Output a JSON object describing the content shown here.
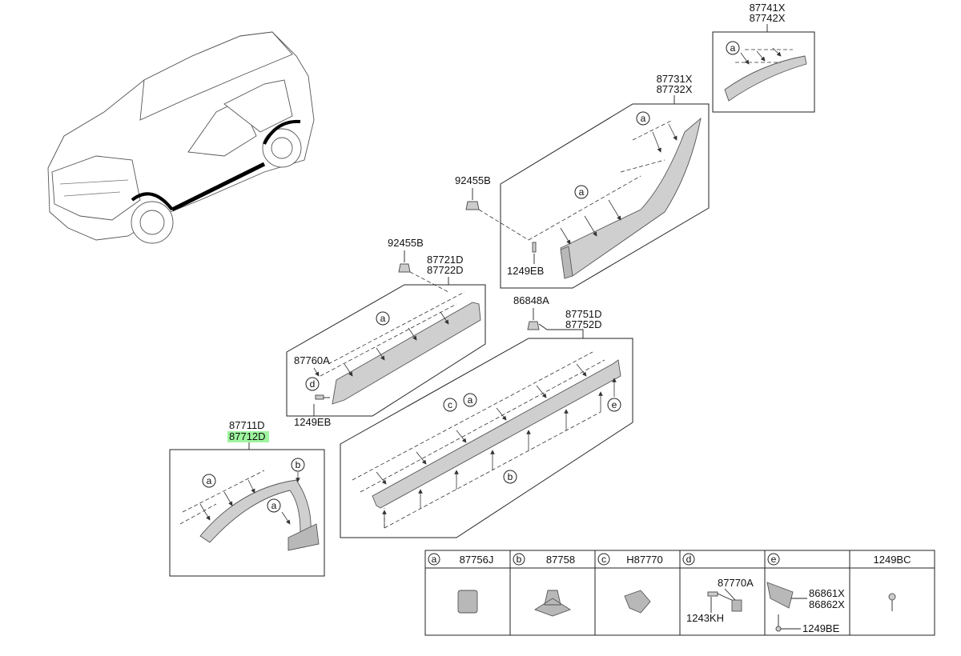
{
  "parts": {
    "p87741": [
      "87741X",
      "87742X"
    ],
    "p87731": [
      "87731X",
      "87732X"
    ],
    "p92455_upper": "92455B",
    "p1249_upper": "1249EB",
    "p92455_lower": "92455B",
    "p87721": [
      "87721D",
      "87722D"
    ],
    "p86848": "86848A",
    "p87751": [
      "87751D",
      "87752D"
    ],
    "p87760": "87760A",
    "p1249_lower": "1249EB",
    "p87711": [
      "87711D",
      "87712D"
    ]
  },
  "callouts": {
    "a": "a",
    "b": "b",
    "c": "c",
    "d": "d",
    "e": "e"
  },
  "legend": [
    {
      "letter": "a",
      "part": "87756J"
    },
    {
      "letter": "b",
      "part": "87758"
    },
    {
      "letter": "c",
      "part": "H87770"
    },
    {
      "letter": "d",
      "part": ""
    },
    {
      "letter": "e",
      "part": ""
    },
    {
      "letter": "",
      "part": "1249BC"
    }
  ],
  "legend_sub": {
    "d_top": "87770A",
    "d_bottom": "1243KH",
    "e_right1": "86861X",
    "e_right2": "86862X",
    "e_bottom": "1249BE"
  },
  "colors": {
    "highlight": "#9ef59e",
    "part_fill": "#cfcfcf"
  }
}
